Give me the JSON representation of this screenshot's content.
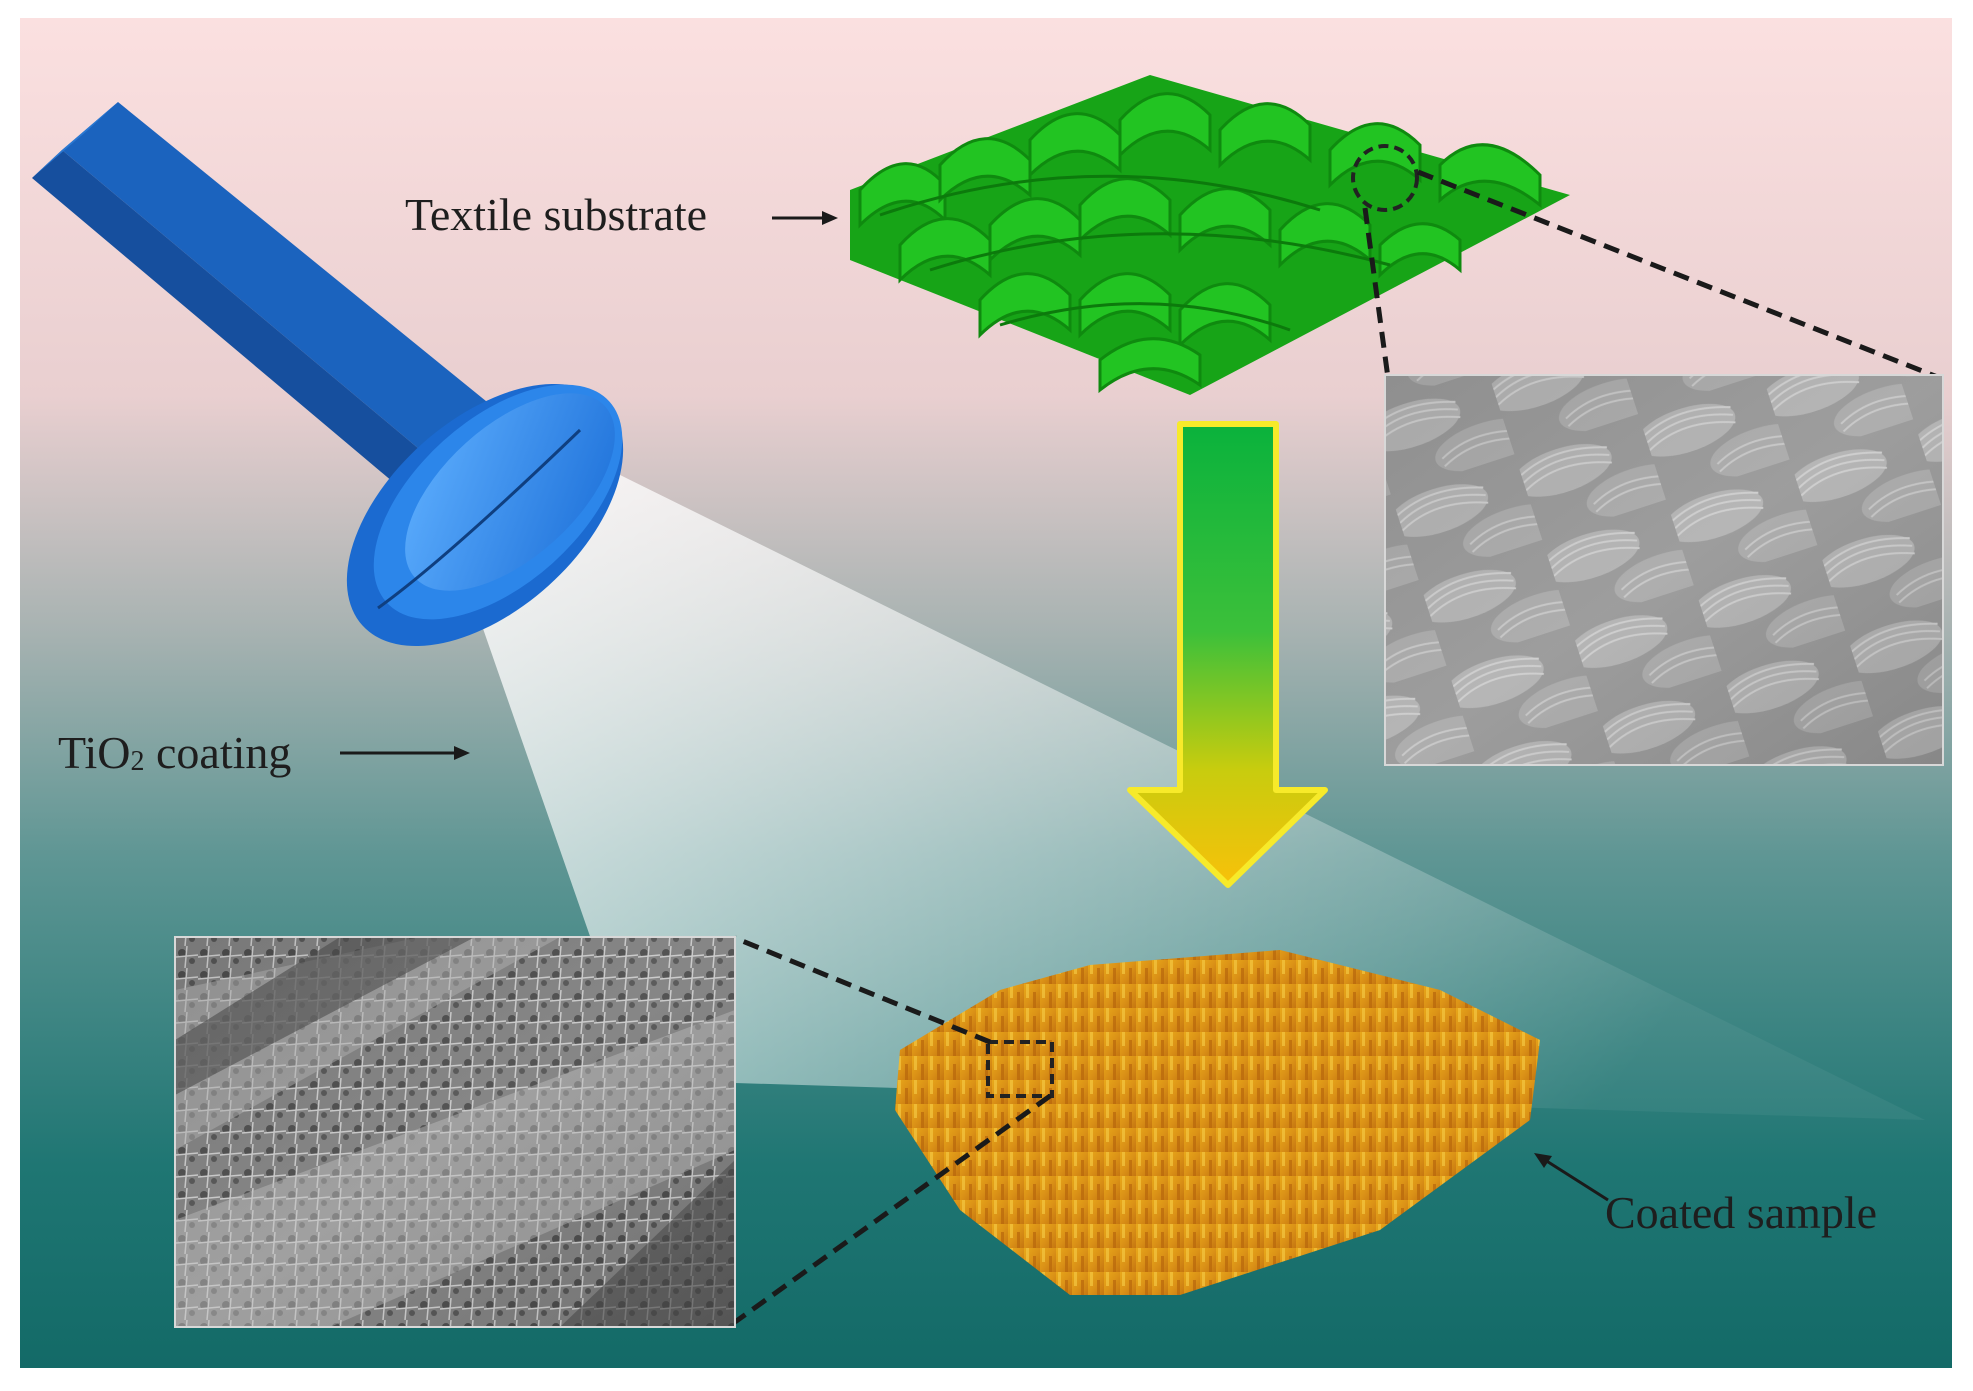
{
  "labels": {
    "textile_substrate": "Textile substrate",
    "tio2_prefix": "TiO",
    "tio2_subscript": "2",
    "tio2_suffix": " coating",
    "coated_sample": "Coated sample"
  },
  "colors": {
    "background_top": "#f9dcdc",
    "background_bottom": "#156e6a",
    "lamp_blue": "#1f6fd0",
    "textile_green": "#1fc21f",
    "arrow_top": "#0cb53e",
    "arrow_bottom": "#f6c20a",
    "coated_orange": "#d98a14"
  },
  "icons": {
    "lamp": "uv-lamp-icon",
    "arrow": "process-arrow-icon"
  }
}
